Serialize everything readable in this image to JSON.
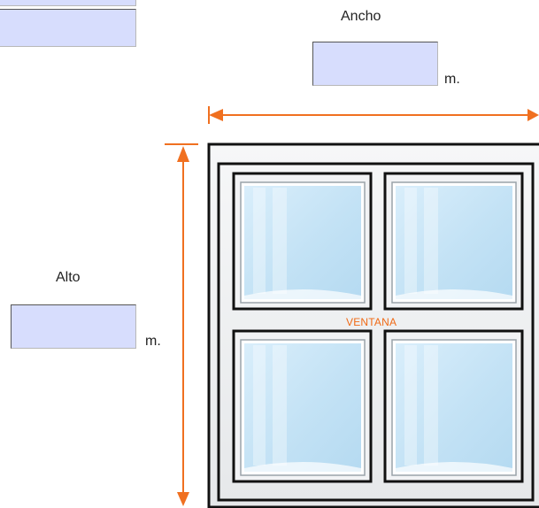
{
  "top_left_fields": [
    {
      "value": ""
    },
    {
      "value": ""
    }
  ],
  "ancho": {
    "label": "Ancho",
    "value": "",
    "unit": "m."
  },
  "alto": {
    "label": "Alto",
    "value": "",
    "unit": "m."
  },
  "window": {
    "label": "VENTANA"
  },
  "colors": {
    "arrow": "#f07020",
    "field_bg": "#d7ddfd",
    "glass": "#c9e6f7"
  },
  "icons": {
    "width_arrow": "double-headed-horizontal-arrow",
    "height_arrow": "double-headed-vertical-arrow",
    "window": "four-pane-window-illustration"
  }
}
